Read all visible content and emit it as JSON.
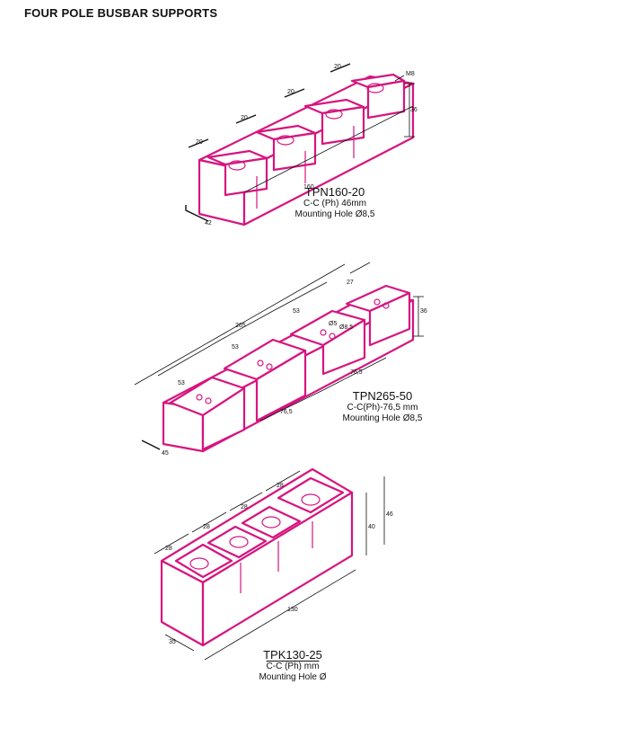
{
  "page": {
    "title": "FOUR POLE BUSBAR SUPPORTS"
  },
  "products": [
    {
      "model": "TPN160-20",
      "spec": "C-C (Ph) 46mm",
      "mounting": "Mounting Hole Ø8,5",
      "dims": {
        "length": "160",
        "pitch": "20",
        "height": "36",
        "depth": "42",
        "thread": "M8"
      }
    },
    {
      "model": "TPN265-50",
      "spec": "C-C(Ph)-76,5 mm",
      "mounting": "Mounting Hole Ø8,5",
      "dims": {
        "length": "265",
        "pitch": "53",
        "end_pitch": "27",
        "height": "36",
        "depth": "45",
        "cc": "76,5",
        "hole_small": "Ø5",
        "hole_large": "Ø8,5"
      }
    },
    {
      "model": "TPK130-25",
      "spec": "C-C (Ph) mm",
      "mounting": "Mounting Hole Ø",
      "dims": {
        "length": "130",
        "pitch": "28",
        "height_inner": "40",
        "height_outer": "46",
        "depth": "35"
      }
    }
  ]
}
